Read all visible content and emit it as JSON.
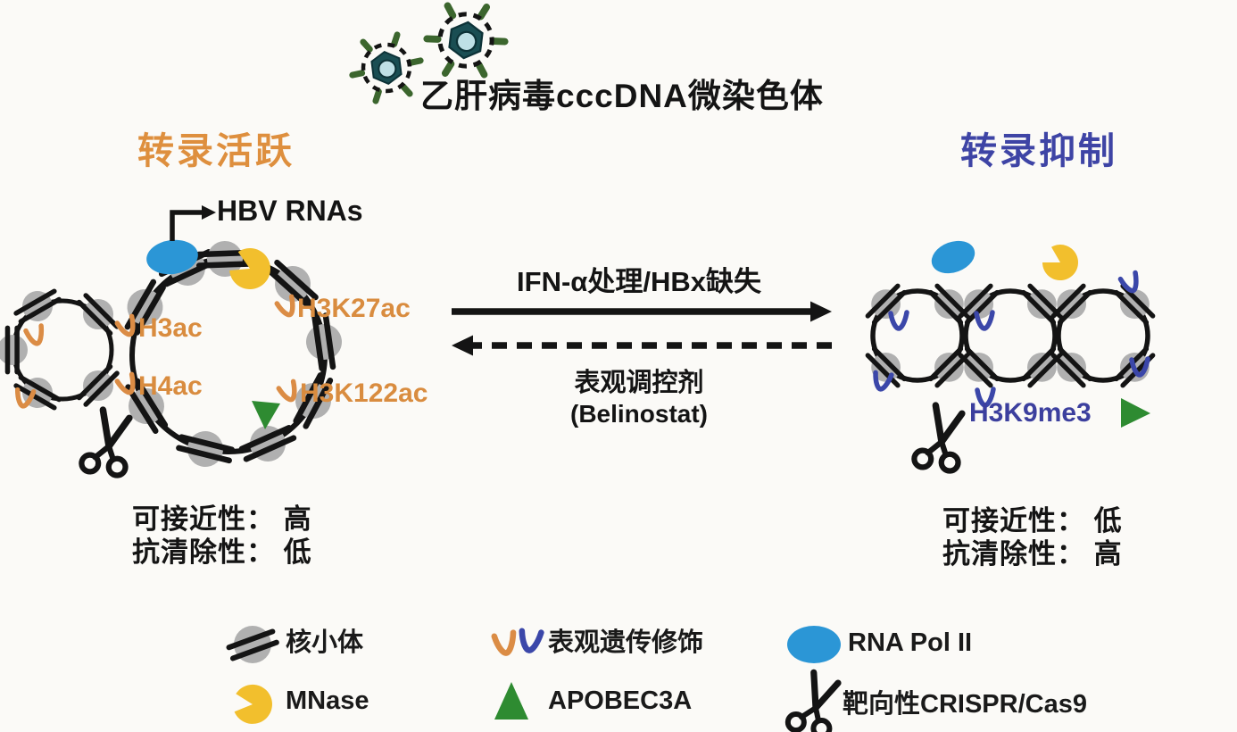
{
  "title": "乙肝病毒cccDNA微染色体",
  "left_panel": {
    "state_label": "转录活跃",
    "rna_label": "HBV RNAs",
    "marks": {
      "h3ac": "H3ac",
      "h4ac": "H4ac",
      "h3k27ac": "H3K27ac",
      "h3k122ac": "H3K122ac"
    },
    "accessibility": "可接近性： 高",
    "clearance": "抗清除性： 低"
  },
  "right_panel": {
    "state_label": "转录抑制",
    "mark": "H3K9me3",
    "accessibility": "可接近性： 低",
    "clearance": "抗清除性： 高"
  },
  "arrows": {
    "forward_label": "IFN-α处理/HBx缺失",
    "reverse_label_line1": "表观调控剂",
    "reverse_label_line2": "(Belinostat)"
  },
  "legend": {
    "nucleosome": "核小体",
    "mnase": "MNase",
    "epigenetic": "表观遗传修饰",
    "apobec3a": "APOBEC3A",
    "rnapol2": "RNA Pol II",
    "crispr": "靶向性CRISPR/Cas9"
  },
  "colors": {
    "active_orange": "#DE8F3E",
    "repressed_blue": "#3E44A5",
    "mark_orange": "#D98C3F",
    "h3k9me3_blue": "#3C3F9E",
    "epimark_blue": "#3B47A9",
    "rna_pol2_blue": "#2B96D6",
    "mnase_yellow": "#F2BF2D",
    "apobec_green": "#2E8B31",
    "nucleosome_gray": "#B0B0B0",
    "ink_black": "#141414",
    "background": "#FBFAF7"
  }
}
